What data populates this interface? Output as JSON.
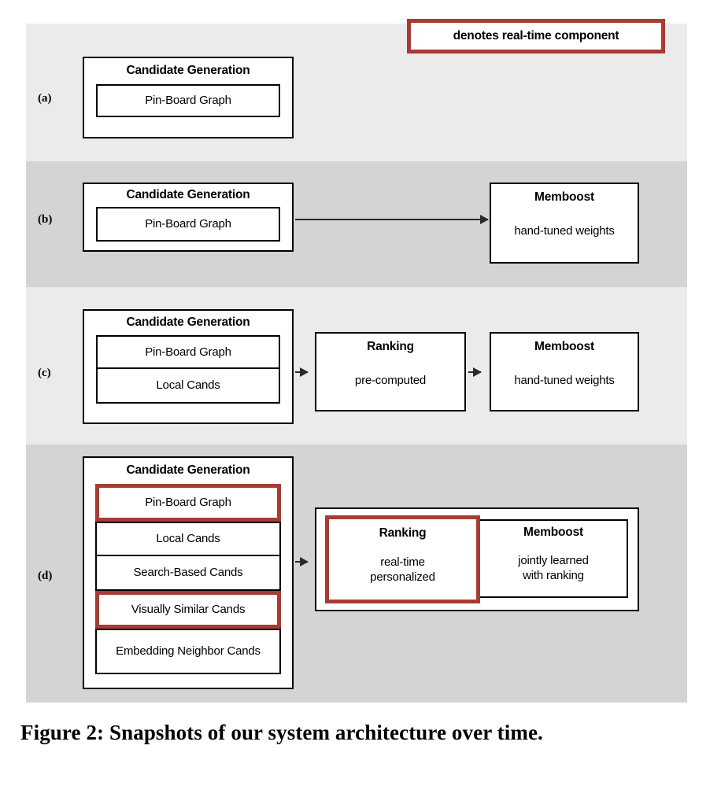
{
  "figure": {
    "caption": "Figure 2: Snapshots of our system architecture over time."
  },
  "legend": {
    "text": "denotes real-time component",
    "border_color": "#a63c35"
  },
  "colors": {
    "band_light": "#ebebeb",
    "band_dark": "#d4d4d4",
    "box_border": "#000000",
    "realtime_border": "#a63c35",
    "arrow": "#2a2a2a",
    "page_background": "#ffffff"
  },
  "rows": [
    {
      "label": "(a)",
      "band": "light",
      "candidate_generation": {
        "title": "Candidate Generation",
        "items": [
          {
            "label": "Pin-Board Graph",
            "realtime": false
          }
        ]
      },
      "stages": []
    },
    {
      "label": "(b)",
      "band": "dark",
      "candidate_generation": {
        "title": "Candidate Generation",
        "items": [
          {
            "label": "Pin-Board Graph",
            "realtime": false
          }
        ]
      },
      "stages": [
        {
          "title": "Memboost",
          "subtitle": "hand-tuned weights",
          "realtime": false
        }
      ]
    },
    {
      "label": "(c)",
      "band": "light",
      "candidate_generation": {
        "title": "Candidate Generation",
        "items": [
          {
            "label": "Pin-Board Graph",
            "realtime": false
          },
          {
            "label": "Local Cands",
            "realtime": false
          }
        ]
      },
      "stages": [
        {
          "title": "Ranking",
          "subtitle": "pre-computed",
          "realtime": false
        },
        {
          "title": "Memboost",
          "subtitle": "hand-tuned weights",
          "realtime": false
        }
      ]
    },
    {
      "label": "(d)",
      "band": "dark",
      "candidate_generation": {
        "title": "Candidate Generation",
        "items": [
          {
            "label": "Pin-Board Graph",
            "realtime": true
          },
          {
            "label": "Local Cands",
            "realtime": false
          },
          {
            "label": "Search-Based Cands",
            "realtime": false
          },
          {
            "label": "Visually Similar Cands",
            "realtime": true
          },
          {
            "label": "Embedding Neighbor Cands",
            "realtime": false
          }
        ]
      },
      "stages": [
        {
          "title": "Ranking",
          "subtitle": "real-time personalized",
          "subtitle_line1": "real-time",
          "subtitle_line2": "personalized",
          "realtime": true
        },
        {
          "title": "Memboost",
          "subtitle": "jointly learned with ranking",
          "subtitle_line1": "jointly learned",
          "subtitle_line2": "with ranking",
          "realtime": false
        }
      ]
    }
  ]
}
